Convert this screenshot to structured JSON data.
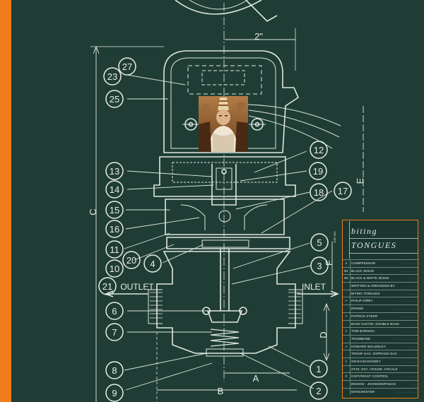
{
  "drawing": {
    "callouts": [
      "27",
      "23",
      "25",
      "13",
      "14",
      "15",
      "16",
      "11",
      "20",
      "10",
      "21",
      "4",
      "6",
      "7",
      "8",
      "9",
      "12",
      "19",
      "18",
      "17",
      "5",
      "3",
      "1",
      "2"
    ],
    "dimensions": {
      "two_inch": "2\"",
      "a": "A",
      "b": "B",
      "c": "C",
      "d": "D",
      "e": "E",
      "f": "F"
    },
    "labels": {
      "outlet": "OUTLET",
      "inlet": "INLET"
    }
  },
  "album": {
    "vertical_caption": "side one",
    "title_line1": "biting",
    "title_line2": "TONGUES",
    "tracks": [
      {
        "code": "A",
        "text": "COMPRESSOR",
        "dots": ". . . . . . . . ."
      },
      {
        "code": "B1",
        "text": "BLACK JESUS",
        "dots": ". . . . . . . . ."
      },
      {
        "code": "B2",
        "text": "BLACK & WHITE JESUS",
        "dots": ". . . ."
      },
      {
        "code": "",
        "text": "WRITTEN & ARRANGED BY",
        "dots": ". ."
      },
      {
        "code": "",
        "text": "BITING TONGUES",
        "dots": ". . . . . . ."
      },
      {
        "code": ">",
        "text": "PHILIP KIRBY",
        "dots": ". . . . . . . . . ."
      },
      {
        "code": "",
        "text": "DRUMS",
        "dots": ". . . . . . . . . . . . ."
      },
      {
        "code": ">",
        "text": "PATRICK STEER",
        "dots": ". . . . . . . . ."
      },
      {
        "code": "",
        "text": "BASS GUITAR, DOUBLE BASS",
        "dots": "."
      },
      {
        "code": ">",
        "text": "TOM BARNISH",
        "dots": ". . . . . . . . . ."
      },
      {
        "code": "",
        "text": "TROMBONE",
        "dots": ". . . . . . . . . . ."
      },
      {
        "code": ">",
        "text": "HOWARD WALMSLEY",
        "dots": ". . . . . . ."
      },
      {
        "code": "",
        "text": "TENOR SAX, SOPRANO SAX",
        "dots": ". ."
      },
      {
        "code": ">",
        "text": "GRAHAM MASSEY",
        "dots": ". . . . . . . ."
      },
      {
        "code": "",
        "text": "ST20, DX7, VSS100, VOCALS",
        "dots": ""
      },
      {
        "code": "C",
        "text": "COPYRIGHT CONTROL",
        "dots": ". . . . . ."
      },
      {
        "code": "",
        "text": "DESIGN - JOHNSON/PANAS",
        "dots": ". . ."
      },
      {
        "code": "",
        "text": "MANCHESTER",
        "dots": ". . . . . . . . . . ."
      }
    ]
  },
  "colors": {
    "board": "#1f3d35",
    "ink": "#e8ece6",
    "accent": "#f07d1a"
  }
}
